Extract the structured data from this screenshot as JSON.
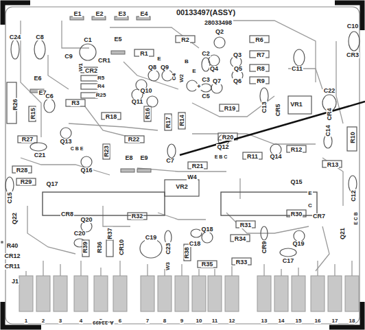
{
  "diagram": {
    "labels": [
      "00133497(ASSY)",
      "28033498",
      "E1",
      "E2",
      "E3",
      "E4",
      "Q2",
      "C24",
      "C8",
      "C1",
      "E5",
      "R2",
      "R6",
      "C10",
      "CR3",
      "R1",
      "C2",
      "Q3",
      "R7",
      "C9",
      "CR1",
      "B",
      "Q4",
      "Q5",
      "R8",
      "C11",
      "E",
      "W1",
      "CR2",
      "Q8",
      "Q9",
      "R5",
      "R4",
      "R25",
      "E6",
      "E7",
      "C4",
      "W2",
      "E",
      "C3",
      "Q7",
      "Q6",
      "R9",
      "C22",
      "Q10",
      "+",
      "C5",
      "C6",
      "R26",
      "Q11",
      "R3",
      "R15",
      "R19",
      "C13",
      "CR5",
      "VR1",
      "CR4",
      "R16",
      "R17",
      "R14",
      "R18",
      "C14",
      "R10",
      "R27",
      "Q13",
      "C B E",
      "R22",
      "R23",
      "R20",
      "Q12",
      "E B C",
      "R12",
      "C21",
      "E8",
      "E9",
      "C7",
      "R11",
      "Q14",
      "R13",
      "R28",
      "Q16",
      "R21",
      "R29",
      "Q17",
      "W4",
      "VR2",
      "Q15",
      "C15",
      "C12",
      "E",
      "C",
      "Q22",
      "CR8",
      "Q20",
      "R32",
      "R30",
      "CR7",
      "E C B",
      "C20",
      "R37",
      "Q18",
      "R31",
      "Q21",
      "C19",
      "C18",
      "R34",
      "Q19",
      "R40",
      "R39",
      "R36",
      "CR10",
      "C23",
      "R38",
      "CR9",
      "CR12",
      "C17",
      "R33",
      "CR11",
      "W3",
      "R35",
      "J1",
      "1",
      "2",
      "3",
      "4",
      "5",
      "6",
      "7",
      "8",
      "9",
      "10",
      "11",
      "12",
      "13",
      "14",
      "15",
      "16",
      "17",
      "18",
      "A-33499"
    ]
  }
}
